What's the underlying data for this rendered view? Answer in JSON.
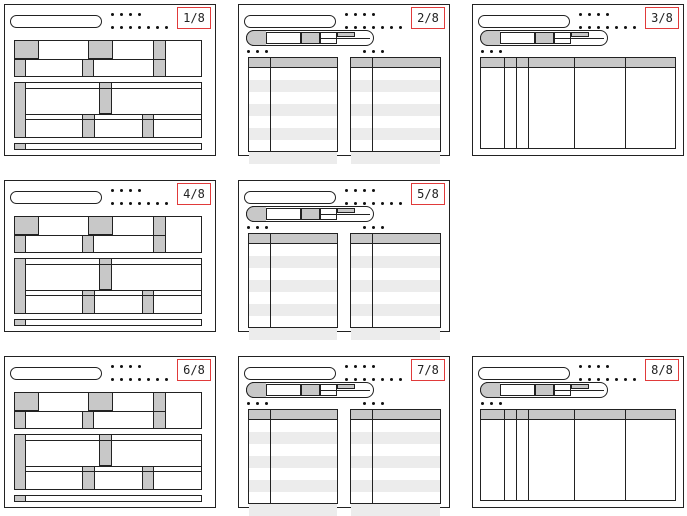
{
  "thumbnails": [
    {
      "label": "1/8",
      "layout": "A"
    },
    {
      "label": "2/8",
      "layout": "B"
    },
    {
      "label": "3/8",
      "layout": "C"
    },
    {
      "label": "4/8",
      "layout": "A"
    },
    {
      "label": "5/8",
      "layout": "B"
    },
    {
      "label": "6/8",
      "layout": "A"
    },
    {
      "label": "7/8",
      "layout": "B"
    },
    {
      "label": "8/8",
      "layout": "C"
    }
  ],
  "colors": {
    "border": "#222222",
    "badge_border": "#e03a3a",
    "fill_gray": "#c8c8c8",
    "stripe": "#ececec"
  }
}
